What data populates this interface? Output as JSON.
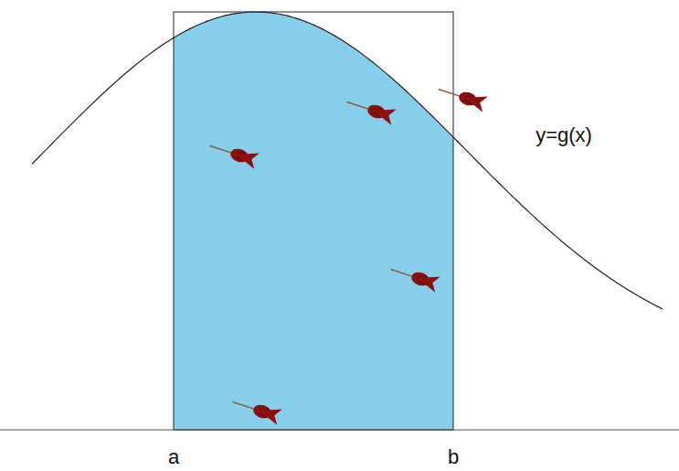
{
  "diagram": {
    "labels": [
      "y=g(x)",
      "a",
      "b"
    ]
  }
}
